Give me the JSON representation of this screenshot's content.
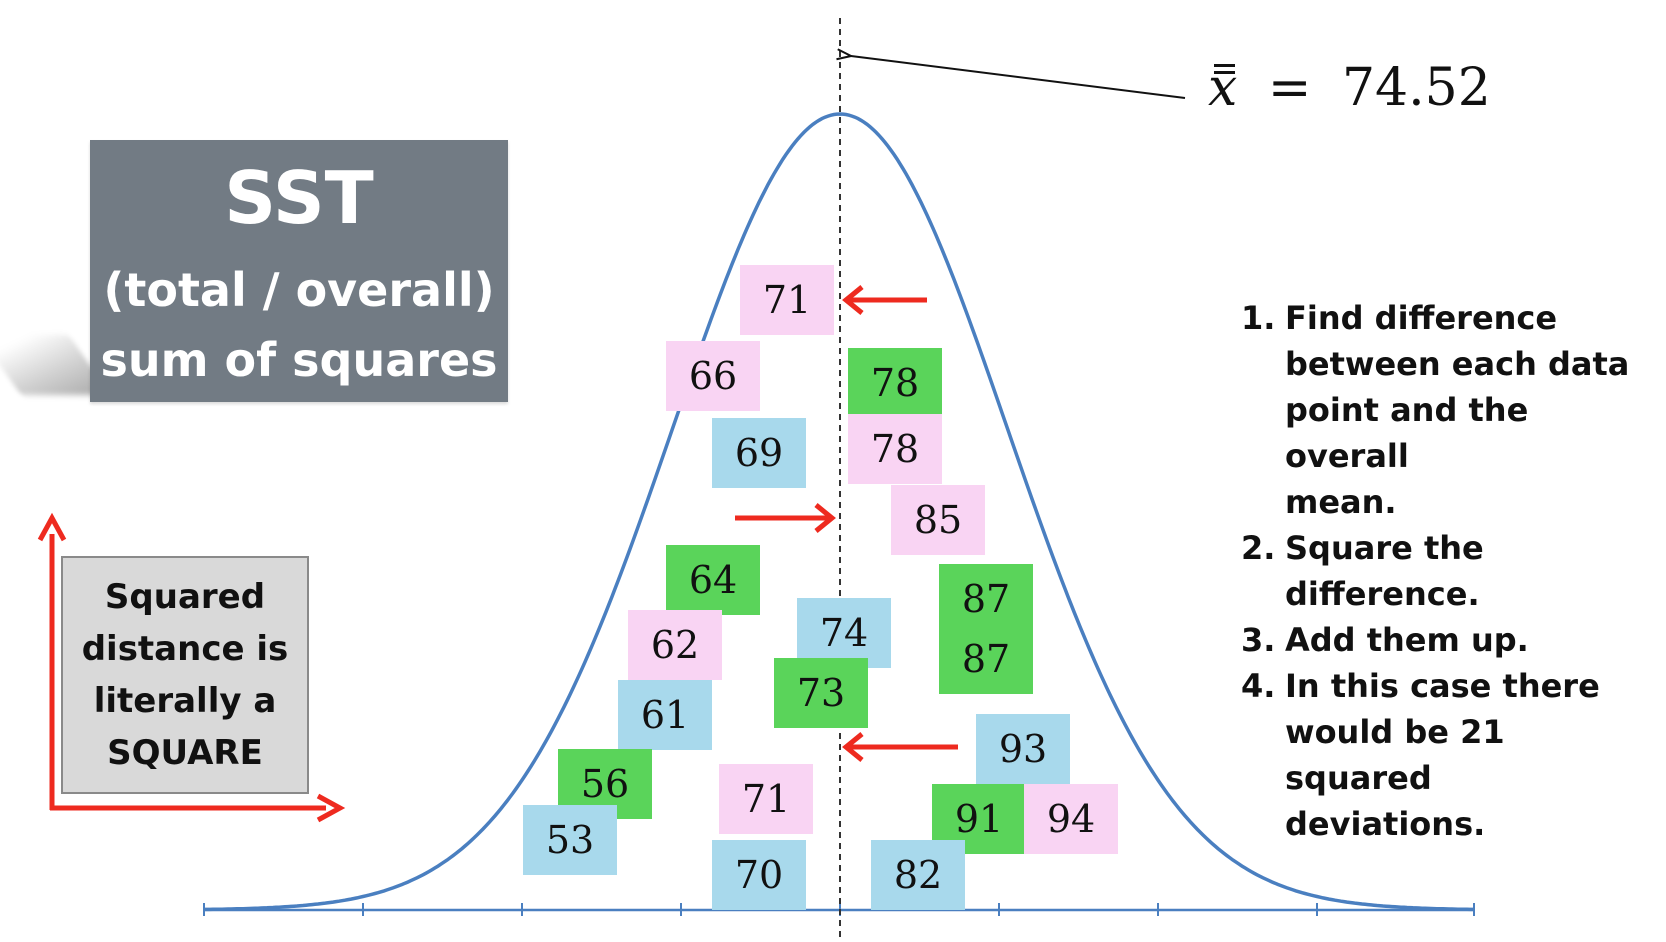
{
  "title_box": {
    "title": "SST",
    "line1": "(total / overall)",
    "line2": "sum of squares"
  },
  "square_box": {
    "lines": [
      "Squared",
      "distance is",
      "literally a",
      "SQUARE"
    ]
  },
  "mean": {
    "symbol": "x",
    "equals": "=",
    "value": "74.52"
  },
  "steps": [
    {
      "num": "1.",
      "lines": [
        "Find difference",
        "between each data",
        "point and the overall",
        "mean."
      ]
    },
    {
      "num": "2.",
      "lines": [
        "Square the",
        "difference."
      ]
    },
    {
      "num": "3.",
      "lines": [
        "Add them up."
      ]
    },
    {
      "num": "4.",
      "lines": [
        "In this case there",
        "would be 21 squared",
        "deviations."
      ]
    }
  ],
  "colors": {
    "curve": "#4a7fc0",
    "arrow": "#ee2a1f",
    "pink": "#f9d4f3",
    "green": "#5ad45a",
    "blue": "#a8d9ec",
    "title_box": "#727b84"
  },
  "chart_data": {
    "type": "scatter",
    "mean": 74.52,
    "points": [
      {
        "value": 71,
        "color": "pink"
      },
      {
        "value": 66,
        "color": "pink"
      },
      {
        "value": 78,
        "color": "green"
      },
      {
        "value": 69,
        "color": "blue"
      },
      {
        "value": 78,
        "color": "pink"
      },
      {
        "value": 85,
        "color": "pink"
      },
      {
        "value": 64,
        "color": "green"
      },
      {
        "value": 87,
        "color": "green"
      },
      {
        "value": 74,
        "color": "blue"
      },
      {
        "value": 62,
        "color": "pink"
      },
      {
        "value": 87,
        "color": "green"
      },
      {
        "value": 73,
        "color": "green"
      },
      {
        "value": 61,
        "color": "blue"
      },
      {
        "value": 93,
        "color": "blue"
      },
      {
        "value": 56,
        "color": "green"
      },
      {
        "value": 71,
        "color": "pink"
      },
      {
        "value": 53,
        "color": "blue"
      },
      {
        "value": 91,
        "color": "green"
      },
      {
        "value": 94,
        "color": "pink"
      },
      {
        "value": 70,
        "color": "blue"
      },
      {
        "value": 82,
        "color": "blue"
      }
    ]
  }
}
